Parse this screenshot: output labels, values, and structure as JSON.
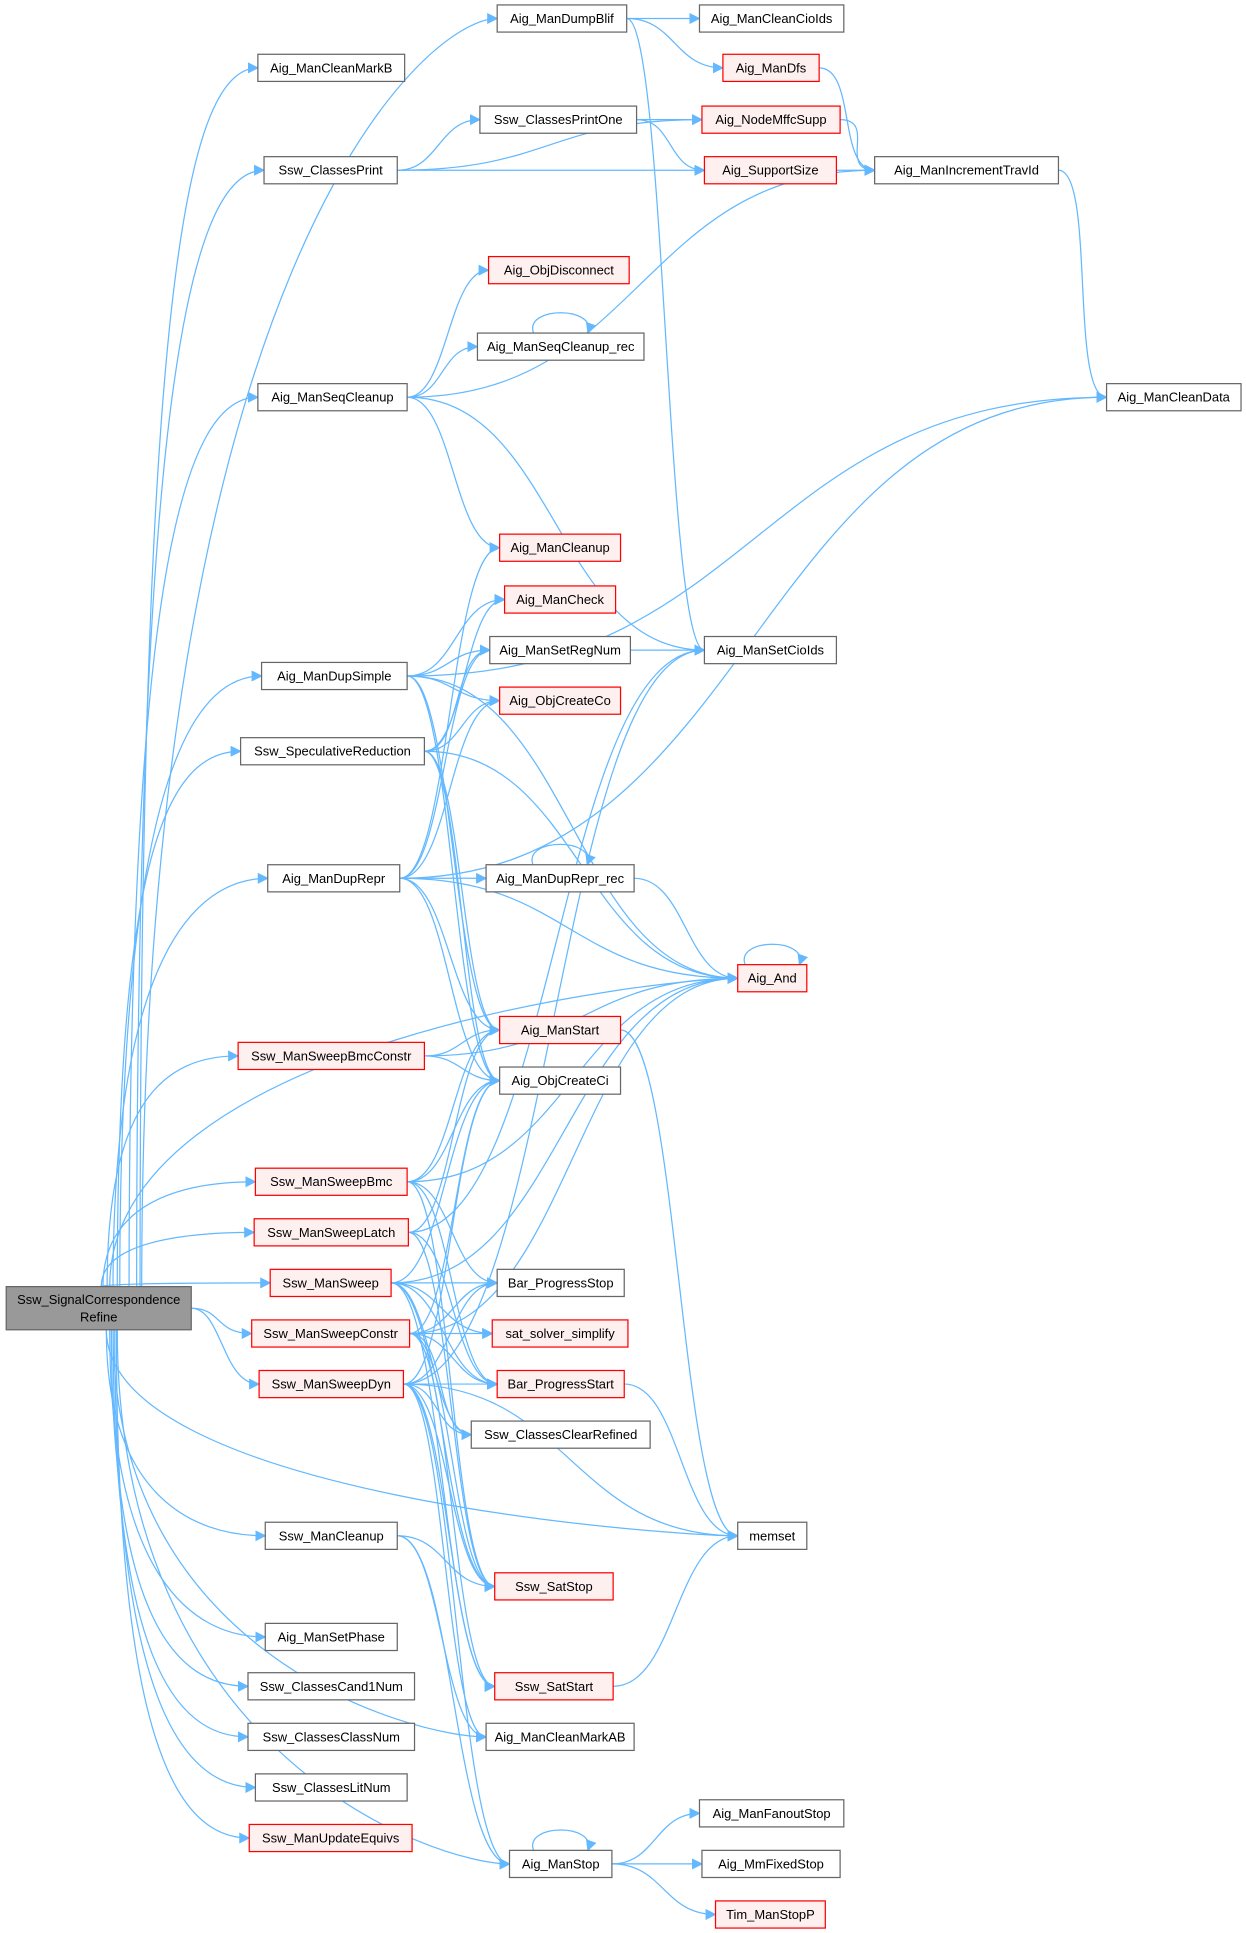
{
  "colors": {
    "edge": "#63b8ff",
    "node_border": "#666666",
    "highlight_border": "#ff0000",
    "highlight_fill": "#fff0f0",
    "root_fill": "#999999"
  },
  "nodes": {
    "root": {
      "label": "Ssw_SignalCorrespondence",
      "label2": "Refine",
      "style": "root"
    },
    "cleanMarkB": {
      "label": "Aig_ManCleanMarkB",
      "style": "normal"
    },
    "dumpBlif": {
      "label": "Aig_ManDumpBlif",
      "style": "normal"
    },
    "cleanCioIds": {
      "label": "Aig_ManCleanCioIds",
      "style": "normal"
    },
    "dfs": {
      "label": "Aig_ManDfs",
      "style": "red"
    },
    "classesPrint": {
      "label": "Ssw_ClassesPrint",
      "style": "normal"
    },
    "printOne": {
      "label": "Ssw_ClassesPrintOne",
      "style": "normal"
    },
    "mffcSupp": {
      "label": "Aig_NodeMffcSupp",
      "style": "red"
    },
    "supportSize": {
      "label": "Aig_SupportSize",
      "style": "red"
    },
    "incTravId": {
      "label": "Aig_ManIncrementTravId",
      "style": "normal"
    },
    "objDisconnect": {
      "label": "Aig_ObjDisconnect",
      "style": "red"
    },
    "seqCleanupRec": {
      "label": "Aig_ManSeqCleanup_rec",
      "style": "normal"
    },
    "seqCleanup": {
      "label": "Aig_ManSeqCleanup",
      "style": "normal"
    },
    "cleanData": {
      "label": "Aig_ManCleanData",
      "style": "normal"
    },
    "manCleanup": {
      "label": "Aig_ManCleanup",
      "style": "red"
    },
    "manCheck": {
      "label": "Aig_ManCheck",
      "style": "red"
    },
    "dupSimple": {
      "label": "Aig_ManDupSimple",
      "style": "normal"
    },
    "setRegNum": {
      "label": "Aig_ManSetRegNum",
      "style": "normal"
    },
    "setCioIds": {
      "label": "Aig_ManSetCioIds",
      "style": "normal"
    },
    "createCo": {
      "label": "Aig_ObjCreateCo",
      "style": "red"
    },
    "specRed": {
      "label": "Ssw_SpeculativeReduction",
      "style": "normal"
    },
    "dupRepr": {
      "label": "Aig_ManDupRepr",
      "style": "normal"
    },
    "dupReprRec": {
      "label": "Aig_ManDupRepr_rec",
      "style": "normal"
    },
    "and": {
      "label": "Aig_And",
      "style": "red"
    },
    "sweepBmcConstr": {
      "label": "Ssw_ManSweepBmcConstr",
      "style": "red"
    },
    "manStart": {
      "label": "Aig_ManStart",
      "style": "red"
    },
    "createCi": {
      "label": "Aig_ObjCreateCi",
      "style": "normal"
    },
    "sweepBmc": {
      "label": "Ssw_ManSweepBmc",
      "style": "red"
    },
    "sweepLatch": {
      "label": "Ssw_ManSweepLatch",
      "style": "red"
    },
    "sweep": {
      "label": "Ssw_ManSweep",
      "style": "red"
    },
    "progStop": {
      "label": "Bar_ProgressStop",
      "style": "normal"
    },
    "sweepConstr": {
      "label": "Ssw_ManSweepConstr",
      "style": "red"
    },
    "satSimplify": {
      "label": "sat_solver_simplify",
      "style": "red"
    },
    "sweepDyn": {
      "label": "Ssw_ManSweepDyn",
      "style": "red"
    },
    "progStart": {
      "label": "Bar_ProgressStart",
      "style": "red"
    },
    "clearRefined": {
      "label": "Ssw_ClassesClearRefined",
      "style": "normal"
    },
    "sswCleanup": {
      "label": "Ssw_ManCleanup",
      "style": "normal"
    },
    "memset": {
      "label": "memset",
      "style": "normal"
    },
    "satStop": {
      "label": "Ssw_SatStop",
      "style": "red"
    },
    "setPhase": {
      "label": "Aig_ManSetPhase",
      "style": "normal"
    },
    "satStart": {
      "label": "Ssw_SatStart",
      "style": "red"
    },
    "cand1Num": {
      "label": "Ssw_ClassesCand1Num",
      "style": "normal"
    },
    "cleanMarkAB": {
      "label": "Aig_ManCleanMarkAB",
      "style": "normal"
    },
    "classNum": {
      "label": "Ssw_ClassesClassNum",
      "style": "normal"
    },
    "litNum": {
      "label": "Ssw_ClassesLitNum",
      "style": "normal"
    },
    "updateEquivs": {
      "label": "Ssw_ManUpdateEquivs",
      "style": "red"
    },
    "manStop": {
      "label": "Aig_ManStop",
      "style": "normal"
    },
    "fanoutStop": {
      "label": "Aig_ManFanoutStop",
      "style": "normal"
    },
    "mmFixedStop": {
      "label": "Aig_MmFixedStop",
      "style": "normal"
    },
    "timStop": {
      "label": "Tim_ManStopP",
      "style": "red"
    }
  },
  "edges": [
    [
      "root",
      "cleanMarkB"
    ],
    [
      "root",
      "dumpBlif"
    ],
    [
      "root",
      "classesPrint"
    ],
    [
      "root",
      "seqCleanup"
    ],
    [
      "root",
      "dupSimple"
    ],
    [
      "root",
      "specRed"
    ],
    [
      "root",
      "dupRepr"
    ],
    [
      "root",
      "sweepBmcConstr"
    ],
    [
      "root",
      "sweepBmc"
    ],
    [
      "root",
      "sweepLatch"
    ],
    [
      "root",
      "sweep"
    ],
    [
      "root",
      "sweepConstr"
    ],
    [
      "root",
      "sweepDyn"
    ],
    [
      "root",
      "sswCleanup"
    ],
    [
      "root",
      "setPhase"
    ],
    [
      "root",
      "cand1Num"
    ],
    [
      "root",
      "classNum"
    ],
    [
      "root",
      "litNum"
    ],
    [
      "root",
      "updateEquivs"
    ],
    [
      "root",
      "manStop"
    ],
    [
      "root",
      "cleanMarkAB"
    ],
    [
      "root",
      "and"
    ],
    [
      "root",
      "memset"
    ],
    [
      "dumpBlif",
      "cleanCioIds"
    ],
    [
      "dumpBlif",
      "dfs"
    ],
    [
      "dumpBlif",
      "setCioIds"
    ],
    [
      "dfs",
      "incTravId"
    ],
    [
      "classesPrint",
      "printOne"
    ],
    [
      "classesPrint",
      "mffcSupp"
    ],
    [
      "classesPrint",
      "supportSize"
    ],
    [
      "printOne",
      "mffcSupp"
    ],
    [
      "printOne",
      "supportSize"
    ],
    [
      "mffcSupp",
      "incTravId"
    ],
    [
      "supportSize",
      "incTravId"
    ],
    [
      "incTravId",
      "cleanData"
    ],
    [
      "seqCleanup",
      "incTravId"
    ],
    [
      "seqCleanup",
      "objDisconnect"
    ],
    [
      "seqCleanup",
      "seqCleanupRec"
    ],
    [
      "seqCleanup",
      "setCioIds"
    ],
    [
      "seqCleanup",
      "manCleanup"
    ],
    [
      "seqCleanupRec",
      "seqCleanupRec"
    ],
    [
      "dupSimple",
      "cleanData"
    ],
    [
      "dupSimple",
      "and"
    ],
    [
      "dupSimple",
      "manCheck"
    ],
    [
      "dupSimple",
      "setRegNum"
    ],
    [
      "dupSimple",
      "createCo"
    ],
    [
      "dupSimple",
      "manStart"
    ],
    [
      "dupSimple",
      "createCi"
    ],
    [
      "setRegNum",
      "setCioIds"
    ],
    [
      "specRed",
      "manCheck"
    ],
    [
      "specRed",
      "setRegNum"
    ],
    [
      "specRed",
      "createCo"
    ],
    [
      "specRed",
      "and"
    ],
    [
      "specRed",
      "manStart"
    ],
    [
      "specRed",
      "createCi"
    ],
    [
      "dupRepr",
      "cleanData"
    ],
    [
      "dupRepr",
      "manCleanup"
    ],
    [
      "dupRepr",
      "setRegNum"
    ],
    [
      "dupRepr",
      "createCo"
    ],
    [
      "dupRepr",
      "dupReprRec"
    ],
    [
      "dupRepr",
      "and"
    ],
    [
      "dupRepr",
      "manStart"
    ],
    [
      "dupRepr",
      "createCi"
    ],
    [
      "dupReprRec",
      "dupReprRec"
    ],
    [
      "dupReprRec",
      "and"
    ],
    [
      "and",
      "and"
    ],
    [
      "manStart",
      "memset"
    ],
    [
      "sweepBmcConstr",
      "and"
    ],
    [
      "sweepBmcConstr",
      "manStart"
    ],
    [
      "sweepBmcConstr",
      "createCi"
    ],
    [
      "sweepBmc",
      "manStart"
    ],
    [
      "sweepBmc",
      "createCi"
    ],
    [
      "sweepBmc",
      "and"
    ],
    [
      "sweepBmc",
      "progStop"
    ],
    [
      "sweepBmc",
      "progStart"
    ],
    [
      "sweepBmc",
      "satStop"
    ],
    [
      "sweepLatch",
      "setCioIds"
    ],
    [
      "sweepLatch",
      "manStart"
    ],
    [
      "sweepLatch",
      "progStart"
    ],
    [
      "sweepLatch",
      "satStop"
    ],
    [
      "sweep",
      "and"
    ],
    [
      "sweep",
      "createCi"
    ],
    [
      "sweep",
      "progStop"
    ],
    [
      "sweep",
      "satSimplify"
    ],
    [
      "sweep",
      "progStart"
    ],
    [
      "sweep",
      "clearRefined"
    ],
    [
      "sweep",
      "satStop"
    ],
    [
      "sweep",
      "satStart"
    ],
    [
      "sweepConstr",
      "createCi"
    ],
    [
      "sweepConstr",
      "progStop"
    ],
    [
      "sweepConstr",
      "satSimplify"
    ],
    [
      "sweepConstr",
      "progStart"
    ],
    [
      "sweepConstr",
      "clearRefined"
    ],
    [
      "sweepConstr",
      "and"
    ],
    [
      "sweepConstr",
      "satStart"
    ],
    [
      "sweepConstr",
      "satStop"
    ],
    [
      "sweepDyn",
      "createCi"
    ],
    [
      "sweepDyn",
      "progStop"
    ],
    [
      "sweepDyn",
      "progStart"
    ],
    [
      "sweepDyn",
      "clearRefined"
    ],
    [
      "sweepDyn",
      "setCioIds"
    ],
    [
      "sweepDyn",
      "satStop"
    ],
    [
      "sweepDyn",
      "satStart"
    ],
    [
      "sweepDyn",
      "memset"
    ],
    [
      "sweepDyn",
      "manStop"
    ],
    [
      "sweepDyn",
      "cleanMarkAB"
    ],
    [
      "progStart",
      "memset"
    ],
    [
      "satStart",
      "memset"
    ],
    [
      "sswCleanup",
      "satStop"
    ],
    [
      "sswCleanup",
      "cleanMarkAB"
    ],
    [
      "sswCleanup",
      "manStop"
    ],
    [
      "manStop",
      "manStop"
    ],
    [
      "manStop",
      "fanoutStop"
    ],
    [
      "manStop",
      "mmFixedStop"
    ],
    [
      "manStop",
      "timStop"
    ]
  ]
}
